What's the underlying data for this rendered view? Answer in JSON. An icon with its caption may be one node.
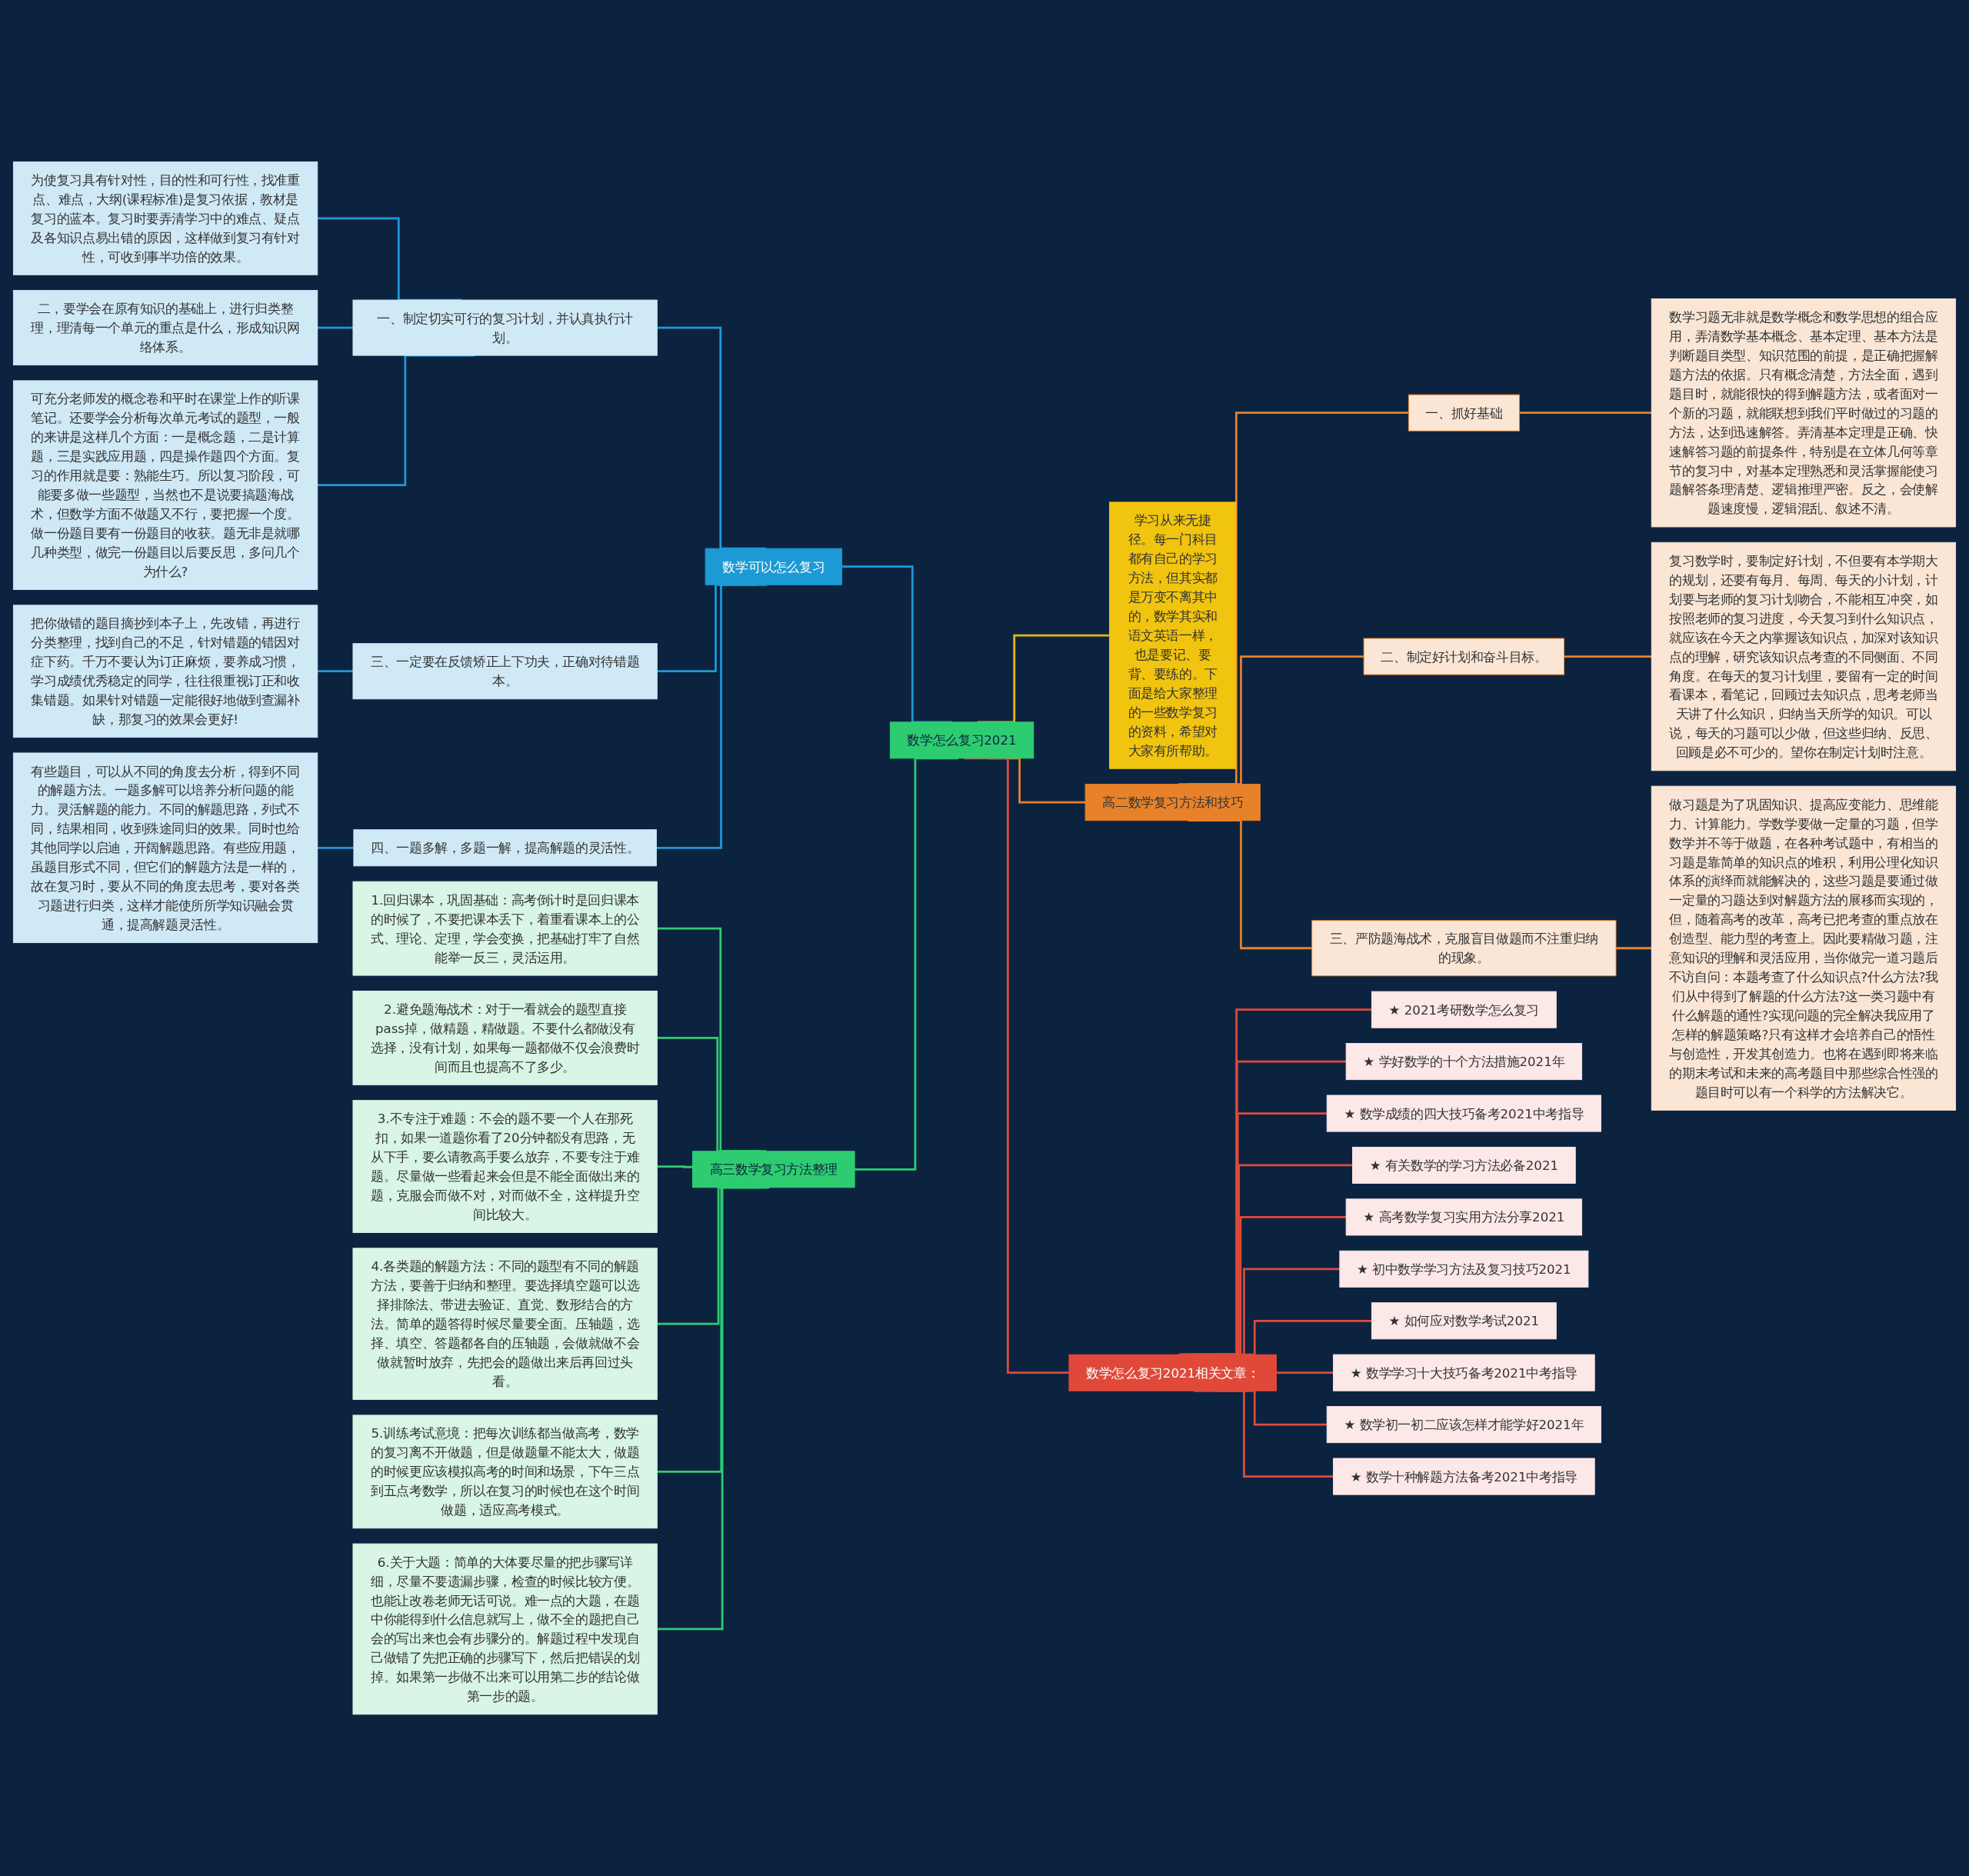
{
  "diagram": {
    "nodes": [
      {
        "text": [
          "数学怎么复习2021"
        ]
      },
      {
        "text": [
          "学习从来无捷径。每一门科目都有自己的学习方法，但其实都是万变不离其中的，数学其实和语文英语一样，也是要记、要背、要练的。下面是给大家整理的一些数学复习的资料，希望对大家有所帮助。"
        ]
      },
      {
        "text": [
          "高二数学复习方法和技巧"
        ]
      },
      {
        "text": [
          "一、抓好基础"
        ]
      },
      {
        "text": [
          "数学习题无非就是数学概念和数学思想的组合应用，弄清数学基本概念、基本定理、基本方法是判断题目类型、知识范围的前提，是正确把握解题方法的依据。只有概念清楚，方法全面，遇到题目时，就能很快的得到解题方法，或者面对一个新的习题，就能联想到我们平时做过的习题的方法，达到迅速解答。弄清基本定理是正确、快速解答习题的前提条件，特别是在立体几何等章节的复习中，对基本定理熟悉和灵活掌握能使习题解答条理清楚、逻辑推理严密。反之，会使解题速度慢，逻辑混乱、叙述不清。"
        ]
      },
      {
        "text": [
          "二、制定好计划和奋斗目标。"
        ]
      },
      {
        "text": [
          "复习数学时，要制定好计划，不但要有本学期大的规划，还要有每月、每周、每天的小计划，计划要与老师的复习计划吻合，不能相互冲突，如按照老师的复习进度，今天复习到什么知识点，就应该在今天之内掌握该知识点，加深对该知识点的理解，研究该知识点考查的不同侧面、不同角度。在每天的复习计划里，要留有一定的时间看课本，看笔记，回顾过去知识点，思考老师当天讲了什么知识，归纳当天所学的知识。可以说，每天的习题可以少做，但这些归纳、反思、回顾是必不可少的。望你在制定计划时注意。"
        ]
      },
      {
        "text": [
          "三、严防题海战术，克服盲目做题而不注重归纳的现象。"
        ]
      },
      {
        "text": [
          "做习题是为了巩固知识、提高应变能力、思维能力、计算能力。学数学要做一定量的习题，但学数学并不等于做题，在各种考试题中，有相当的习题是靠简单的知识点的堆积，利用公理化知识体系的演绎而就能解决的，这些习题是要通过做一定量的习题达到对解题方法的展移而实现的，但，随着高考的改革，高考已把考查的重点放在创造型、能力型的考查上。因此要精做习题，注意知识的理解和灵活应用，当你做完一道习题后不访自问：本题考查了什么知识点?什么方法?我们从中得到了解题的什么方法?这一类习题中有什么解题的通性?实现问题的完全解决我应用了怎样的解题策略?只有这样才会培养自己的悟性与创造性，开发其创造力。也将在遇到即将来临的期末考试和未来的高考题目中那些综合性强的题目时可以有一个科学的方法解决它。"
        ]
      },
      {
        "text": [
          "数学怎么复习2021相关文章："
        ]
      },
      {
        "text": [
          "★ 2021考研数学怎么复习"
        ]
      },
      {
        "text": [
          "★ 学好数学的十个方法措施2021年"
        ]
      },
      {
        "text": [
          "★ 数学成绩的四大技巧备考2021中考指导"
        ]
      },
      {
        "text": [
          "★ 有关数学的学习方法必备2021"
        ]
      },
      {
        "text": [
          "★ 高考数学复习实用方法分享2021"
        ]
      },
      {
        "text": [
          "★ 初中数学学习方法及复习技巧2021"
        ]
      },
      {
        "text": [
          "★ 如何应对数学考试2021"
        ]
      },
      {
        "text": [
          "★ 数学学习十大技巧备考2021中考指导"
        ]
      },
      {
        "text": [
          "★ 数学初一初二应该怎样才能学好2021年"
        ]
      },
      {
        "text": [
          "★ 数学十种解题方法备考2021中考指导"
        ]
      },
      {
        "text": [
          "高三数学复习方法整理"
        ]
      },
      {
        "text": [
          "1.回归课本，巩固基础：高考倒计时是回归课本的时候了，不要把课本丢下，着重看课本上的公式、理论、定理，学会变换，把基础打牢了自然能举一反三，灵活运用。"
        ]
      },
      {
        "text": [
          "2.避免题海战术：对于一看就会的题型直接pass掉，做精题，精做题。不要什么都做没有选择，没有计划，如果每一题都做不仅会浪费时间而且也提高不了多少。"
        ]
      },
      {
        "text": [
          "3.不专注于难题：不会的题不要一个人在那死扣，如果一道题你看了20分钟都没有思路，无从下手，要么请教高手要么放弃，不要专注于难题。尽量做一些看起来会但是不能全面做出来的题，克服会而做不对，对而做不全，这样提升空间比较大。"
        ]
      },
      {
        "text": [
          "4.各类题的解题方法：不同的题型有不同的解题方法，要善于归纳和整理。要选择填空题可以选择排除法、带进去验证、直觉、数形结合的方法。简单的题答得时候尽量要全面。压轴题，选择、填空、答题都各自的压轴题，会做就做不会做就暂时放弃，先把会的题做出来后再回过头看。"
        ]
      },
      {
        "text": [
          "5.训练考试意境：把每次训练都当做高考，数学的复习离不开做题，但是做题量不能太大，做题的时候更应该模拟高考的时间和场景，下午三点到五点考数学，所以在复习的时候也在这个时间做题，适应高考模式。"
        ]
      },
      {
        "text": [
          "6.关于大题：简单的大体要尽量的把步骤写详细，尽量不要遗漏步骤，检查的时候比较方便。也能让改卷老师无话可说。难一点的大题，在题中你能得到什么信息就写上，做不全的题把自己会的写出来也会有步骤分的。解题过程中发现自己做错了先把正确的步骤写下，然后把错误的划掉。如果第一步做不出来可以用第二步的结论做第一步的题。"
        ]
      },
      {
        "text": [
          "数学可以怎么复习"
        ]
      },
      {
        "text": [
          "一、制定切实可行的复习计划，并认真执行计划。"
        ]
      },
      {
        "text": [
          "为使复习具有针对性，目的性和可行性，找准重点、难点，大纲(课程标准)是复习依据，教材是复习的蓝本。复习时要弄清学习中的难点、疑点及各知识点易出错的原因，这样做到复习有针对性，可收到事半功倍的效果。"
        ]
      },
      {
        "text": [
          "二，要学会在原有知识的基础上，进行归类整理，理清每一个单元的重点是什么，形成知识网络体系。"
        ]
      },
      {
        "text": [
          "可充分老师发的概念卷和平时在课堂上作的听课笔记。还要学会分析每次单元考试的题型，一般的来讲是这样几个方面：一是概念题，二是计算题，三是实践应用题，四是操作题四个方面。复习的作用就是要：熟能生巧。所以复习阶段，可能要多做一些题型，当然也不是说要搞题海战术，但数学方面不做题又不行，要把握一个度。做一份题目要有一份题目的收获。题无非是就哪几种类型，做完一份题目以后要反思，多问几个为什么?"
        ]
      },
      {
        "text": [
          "三、一定要在反馈矫正上下功夫，正确对待错题本。"
        ]
      },
      {
        "text": [
          "把你做错的题目摘抄到本子上，先改错，再进行分类整理，找到自己的不足，针对错题的错因对症下药。千万不要认为订正麻烦，要养成习惯，学习成绩优秀稳定的同学，往往很重视订正和收集错题。如果针对错题一定能很好地做到查漏补缺，那复习的效果会更好!"
        ]
      },
      {
        "text": [
          "四、一题多解，多题一解，提高解题的灵活性。"
        ]
      },
      {
        "text": [
          "有些题目，可以从不同的角度去分析，得到不同的解题方法。一题多解可以培养分析问题的能力。灵活解题的能力。不同的解题思路，列式不同，结果相同，收到殊途同归的效果。同时也给其他同学以启迪，开阔解题思路。有些应用题，虽题目形式不同，但它们的解题方法是一样的，故在复习时，要从不同的角度去思考，要对各类习题进行归类，这样才能使所所学知识融会贯通，提高解题灵活性。"
        ]
      }
    ],
    "edges": [
      {
        "from": 0,
        "to": 1,
        "arrow": "none",
        "color": "#e2b714"
      },
      {
        "from": 0,
        "to": 2,
        "arrow": "none",
        "color": "#e8822a"
      },
      {
        "from": 2,
        "to": 3,
        "arrow": "none",
        "color": "#e8822a"
      },
      {
        "from": 3,
        "to": 4,
        "arrow": "none",
        "color": "#e8822a"
      },
      {
        "from": 2,
        "to": 5,
        "arrow": "none",
        "color": "#e8822a"
      },
      {
        "from": 5,
        "to": 6,
        "arrow": "none",
        "color": "#e8822a"
      },
      {
        "from": 2,
        "to": 7,
        "arrow": "none",
        "color": "#e8822a"
      },
      {
        "from": 7,
        "to": 8,
        "arrow": "none",
        "color": "#e8822a"
      },
      {
        "from": 0,
        "to": 9,
        "arrow": "none",
        "color": "#e0493a"
      },
      {
        "from": 9,
        "to": 10,
        "arrow": "none",
        "color": "#e0493a"
      },
      {
        "from": 9,
        "to": 11,
        "arrow": "none",
        "color": "#e0493a"
      },
      {
        "from": 9,
        "to": 12,
        "arrow": "none",
        "color": "#e0493a"
      },
      {
        "from": 9,
        "to": 13,
        "arrow": "none",
        "color": "#e0493a"
      },
      {
        "from": 9,
        "to": 14,
        "arrow": "none",
        "color": "#e0493a"
      },
      {
        "from": 9,
        "to": 15,
        "arrow": "none",
        "color": "#e0493a"
      },
      {
        "from": 9,
        "to": 16,
        "arrow": "none",
        "color": "#e0493a"
      },
      {
        "from": 9,
        "to": 17,
        "arrow": "none",
        "color": "#e0493a"
      },
      {
        "from": 9,
        "to": 18,
        "arrow": "none",
        "color": "#e0493a"
      },
      {
        "from": 9,
        "to": 19,
        "arrow": "none",
        "color": "#e0493a"
      },
      {
        "from": 0,
        "to": 27,
        "arrow": "none",
        "color": "#1c9ad6"
      },
      {
        "from": 27,
        "to": 28,
        "arrow": "none",
        "color": "#1c9ad6"
      },
      {
        "from": 28,
        "to": 29,
        "arrow": "none",
        "color": "#1c9ad6"
      },
      {
        "from": 28,
        "to": 30,
        "arrow": "none",
        "color": "#1c9ad6"
      },
      {
        "from": 28,
        "to": 31,
        "arrow": "none",
        "color": "#1c9ad6"
      },
      {
        "from": 27,
        "to": 32,
        "arrow": "none",
        "color": "#1c9ad6"
      },
      {
        "from": 32,
        "to": 33,
        "arrow": "none",
        "color": "#1c9ad6"
      },
      {
        "from": 27,
        "to": 34,
        "arrow": "none",
        "color": "#1c9ad6"
      },
      {
        "from": 34,
        "to": 35,
        "arrow": "none",
        "color": "#1c9ad6"
      },
      {
        "from": 0,
        "to": 20,
        "arrow": "none",
        "color": "#2ecc71"
      },
      {
        "from": 20,
        "to": 21,
        "arrow": "none",
        "color": "#2ecc71"
      },
      {
        "from": 20,
        "to": 22,
        "arrow": "none",
        "color": "#2ecc71"
      },
      {
        "from": 20,
        "to": 23,
        "arrow": "none",
        "color": "#2ecc71"
      },
      {
        "from": 20,
        "to": 24,
        "arrow": "none",
        "color": "#2ecc71"
      },
      {
        "from": 20,
        "to": 25,
        "arrow": "none",
        "color": "#2ecc71"
      },
      {
        "from": 20,
        "to": 26,
        "arrow": "none",
        "color": "#2ecc71"
      }
    ]
  }
}
